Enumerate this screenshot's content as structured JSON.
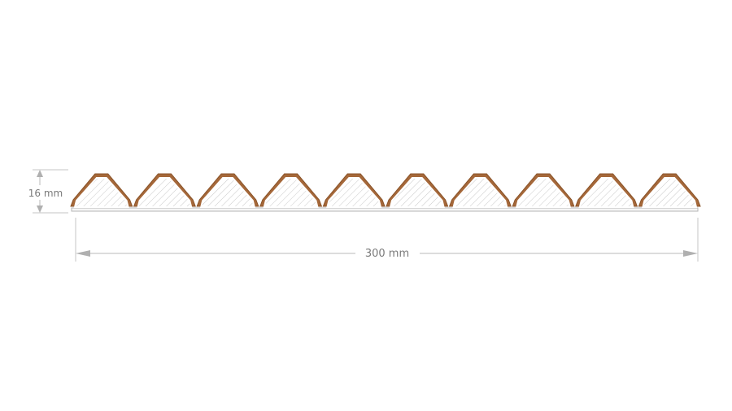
{
  "drawing": {
    "height_label": "16 mm",
    "width_label": "300 mm",
    "profile_count": 10,
    "colors": {
      "wood": "#a5683a",
      "dimension_line": "#b8b8b8",
      "hatch": "#c9c9c9",
      "text": "#7a7a7a",
      "background": "#ffffff"
    }
  }
}
